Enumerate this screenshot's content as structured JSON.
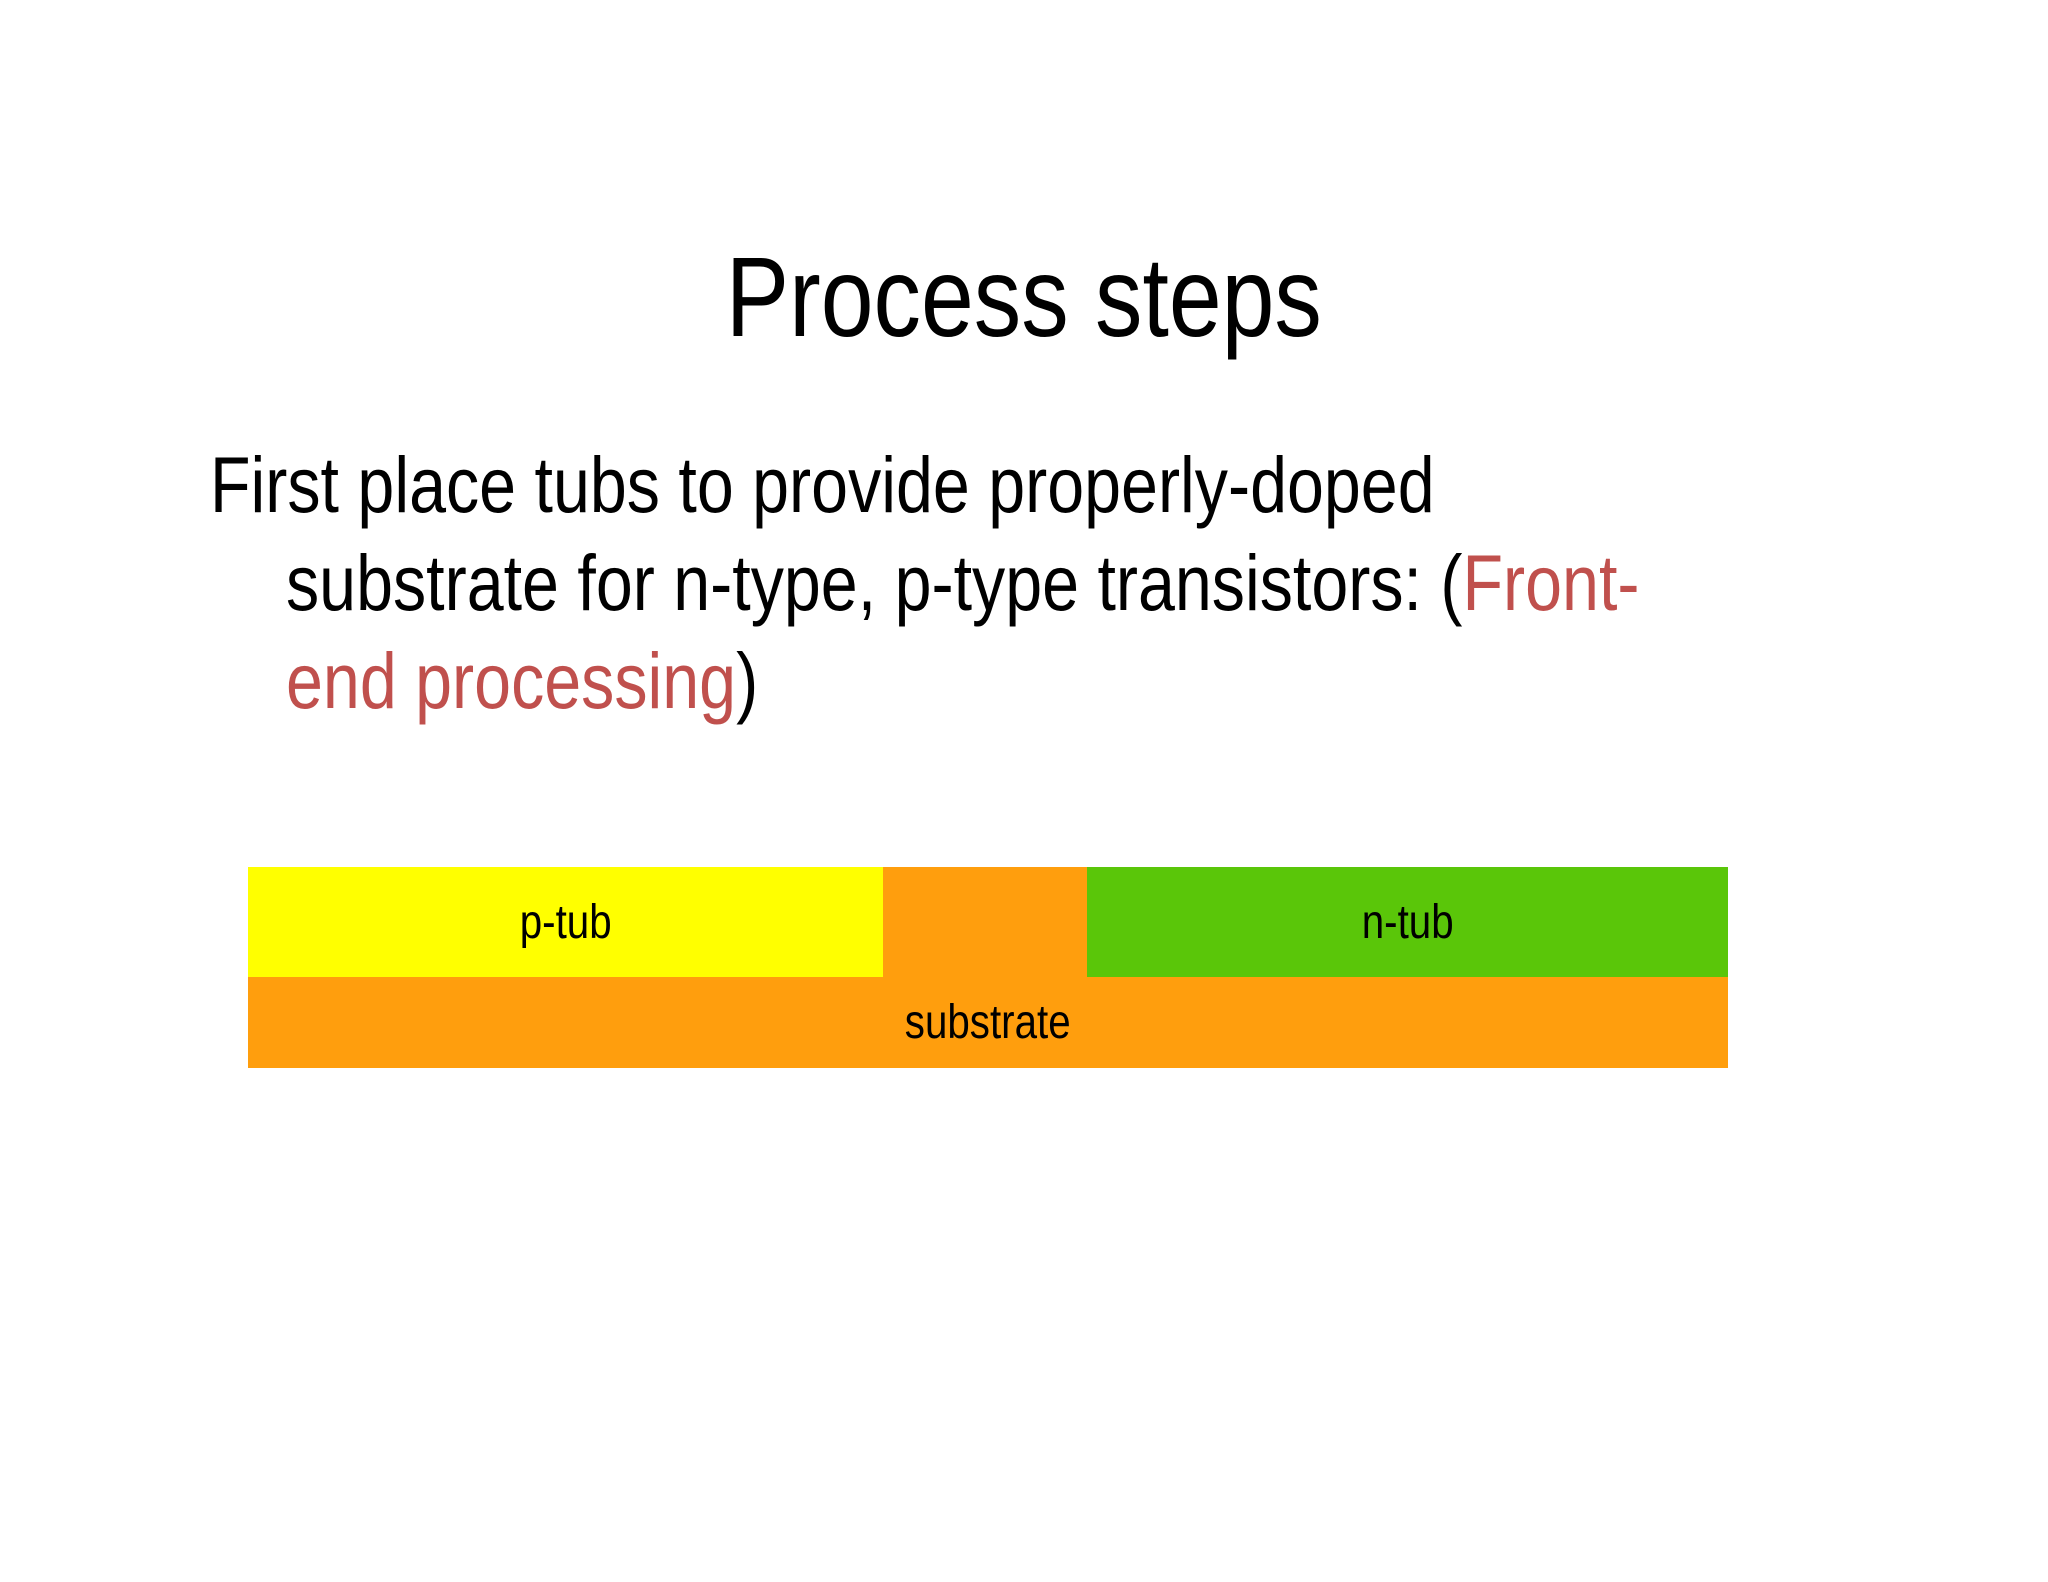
{
  "slide": {
    "title": "Process steps",
    "background_color": "#ffffff",
    "text_color": "#000000",
    "accent_red": "#c0504d"
  },
  "body": {
    "line1": "First place tubs to provide properly-doped",
    "line2_black": "substrate for n-type, p-type transistors: (",
    "line2_red": "Front-",
    "line3_red": "end processing",
    "line3_black": ")"
  },
  "diagram": {
    "p_tub": {
      "label": "p-tub",
      "color": "#ffff00"
    },
    "n_tub": {
      "label": "n-tub",
      "color": "#5ac609"
    },
    "substrate": {
      "label": "substrate",
      "color": "#ff9e0d"
    }
  }
}
